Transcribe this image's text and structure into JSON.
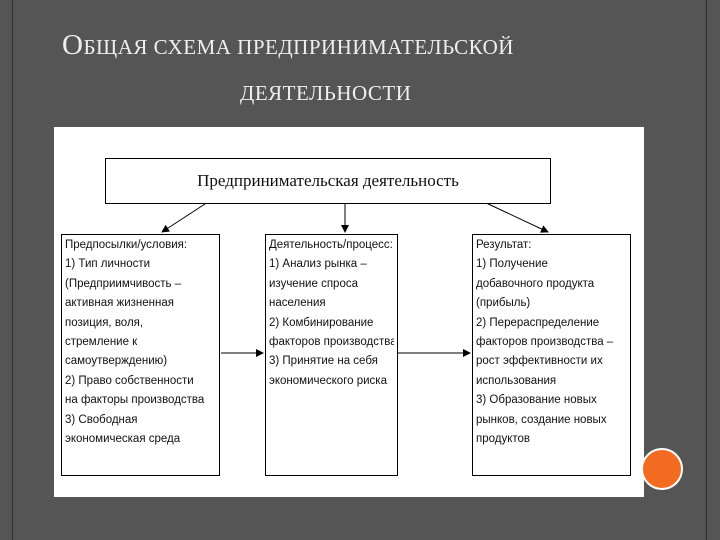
{
  "slide": {
    "title_first_letter": "О",
    "title_line1_rest": "БЩАЯ СХЕМА ПРЕДПРИНИМАТЕЛЬСКОЙ",
    "title_line2": "ДЕЯТЕЛЬНОСТИ"
  },
  "diagram": {
    "top": "Предпринимательская деятельность",
    "columns": [
      {
        "lines": [
          "Предпосылки/условия:",
          "1) Тип личности",
          "(Предприимчивость –",
          "активная жизненная",
          "позиция, воля,",
          "стремление к",
          "самоутверждению)",
          "2) Право собственности",
          "на факторы производства",
          "3) Свободная",
          "экономическая среда"
        ]
      },
      {
        "lines": [
          "Деятельность/процесс:",
          "1) Анализ рынка –",
          "изучение спроса",
          "населения",
          "2) Комбинирование",
          "факторов производства",
          "3) Принятие на себя",
          "экономического риска"
        ]
      },
      {
        "lines": [
          "Результат:",
          "1) Получение",
          "добавочного продукта",
          "(прибыль)",
          "2) Перераспределение",
          "факторов производства –",
          "рост эффективности их",
          "использования",
          "3) Образование новых",
          "рынков, создание новых",
          "продуктов"
        ]
      }
    ]
  },
  "colors": {
    "background": "#555555",
    "accent": "#f26b21"
  }
}
